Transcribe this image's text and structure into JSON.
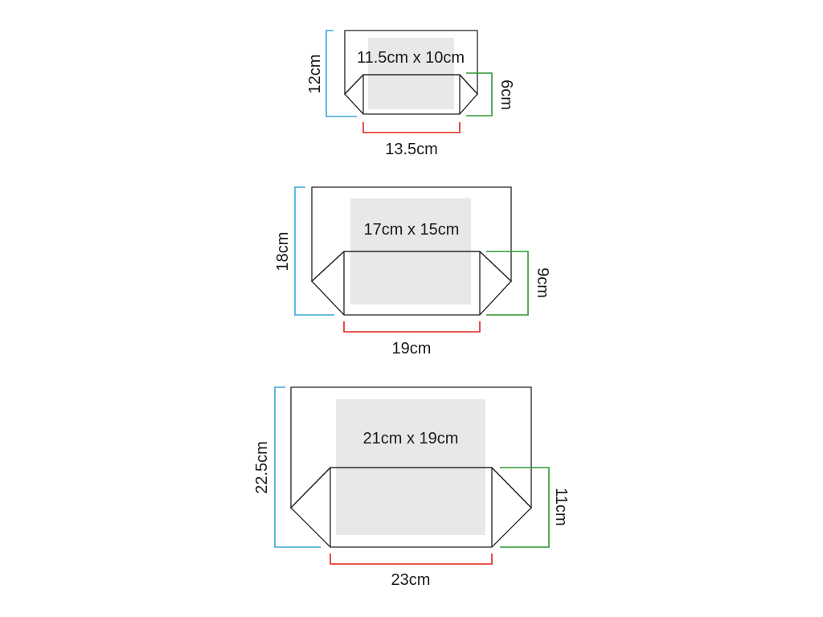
{
  "colors": {
    "height_dimension": "#3aa7d6",
    "width_dimension": "#e2231a",
    "depth_dimension": "#2e9a2e",
    "outline": "#222222",
    "print_area": "#e8e8e8"
  },
  "sizes": [
    {
      "print_area_label": "11.5cm x 10cm",
      "height_label": "12cm",
      "width_label": "13.5cm",
      "depth_label": "6cm"
    },
    {
      "print_area_label": "17cm x 15cm",
      "height_label": "18cm",
      "width_label": "19cm",
      "depth_label": "9cm"
    },
    {
      "print_area_label": "21cm x 19cm",
      "height_label": "22.5cm",
      "width_label": "23cm",
      "depth_label": "11cm"
    }
  ]
}
